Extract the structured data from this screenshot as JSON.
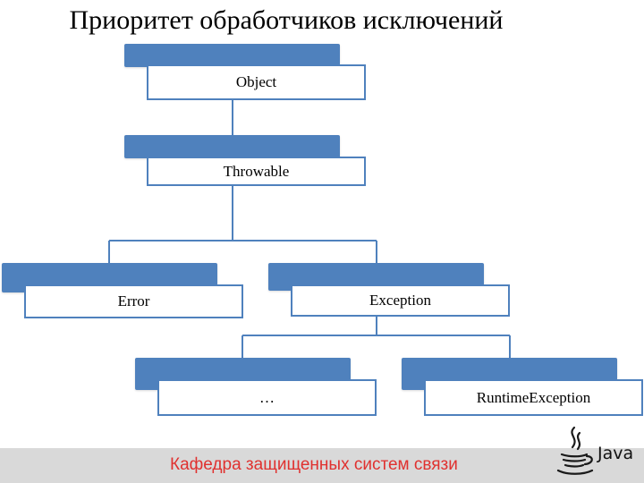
{
  "title": "Приоритет обработчиков исключений",
  "diagram": {
    "nodes": {
      "object": "Object",
      "throwable": "Throwable",
      "error": "Error",
      "exception": "Exception",
      "ellipsis": "…",
      "runtime_exception": "RuntimeException"
    }
  },
  "footer": {
    "text": "Кафедра защищенных систем связи",
    "logo_text": "Java"
  },
  "colors": {
    "accent": "#4f81bd",
    "footer_text": "#e0312f",
    "footer_bg": "#d9d9d9"
  }
}
